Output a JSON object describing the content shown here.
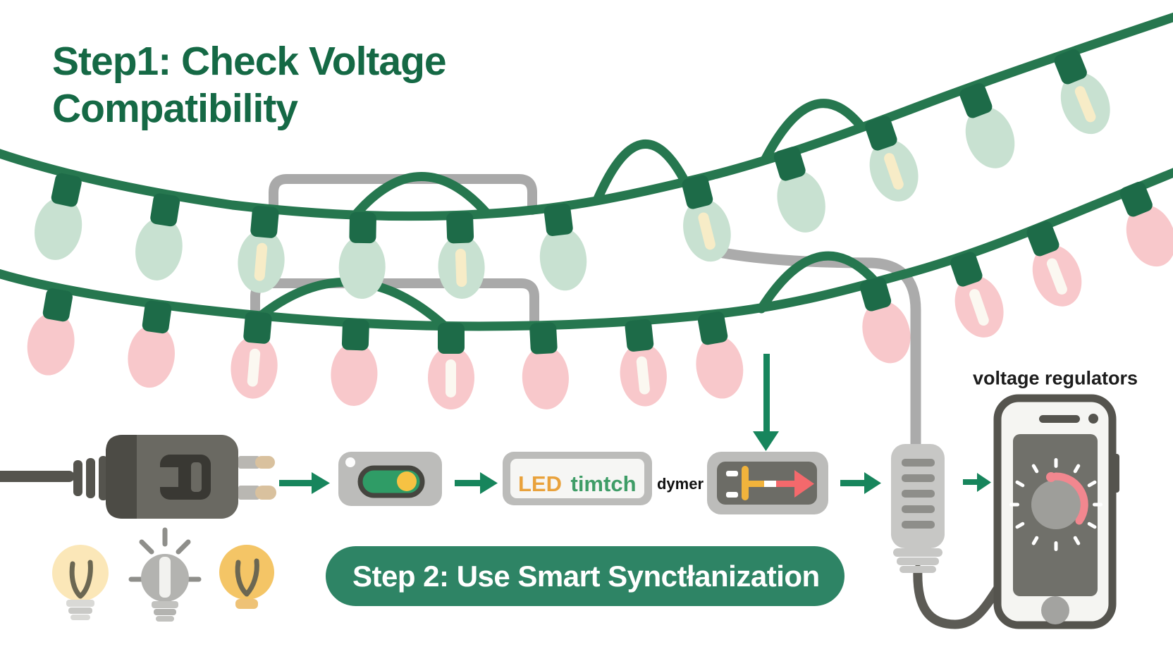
{
  "title": {
    "text": "Step1: Check Voltage Compatibility",
    "color": "#156945"
  },
  "step2_banner": {
    "text": "Step 2: Use Smart Synctłanization",
    "background": "#2e8465",
    "text_color": "#ffffff"
  },
  "labels": {
    "voltage_regulators": "voltage regulators",
    "dimmer": "dymer",
    "led": "LED",
    "led_suffix": "timtch"
  },
  "flow": {
    "sequence": [
      "power-plug",
      "toggle-switch",
      "led-timer-box",
      "dimmer-slider",
      "inline-adapter",
      "smartphone-voltage-app"
    ],
    "arrow_color": "#17855c"
  },
  "colors": {
    "wire_green": "#26774f",
    "clip_green": "#1d6b48",
    "bulb_mint": "#c8e1d1",
    "bulb_pink": "#f8c8cb",
    "bulb_stripe_cream": "#f7ecc7",
    "bulb_stripe_white": "#fbf8f1",
    "gray_cable": "#ababab",
    "device_box_gray": "#bcbcba",
    "toggle_on_green": "#2f9c66",
    "toggle_knob_yellow": "#f6c243",
    "slider_yellow": "#f1b33c",
    "slider_red": "#f4696c",
    "dial_arc_pink": "#f2878f",
    "plug_dark": "#55544e",
    "plug_body": "#6a6962"
  },
  "icons": [
    "string-lights-icon",
    "power-plug-icon",
    "toggle-switch-icon",
    "led-timer-icon",
    "dimmer-slider-icon",
    "inline-adapter-icon",
    "smartphone-dial-icon",
    "warm-bulb-icon",
    "off-bulb-icon",
    "bright-bulb-icon",
    "flow-arrow-icon",
    "down-arrow-icon"
  ]
}
